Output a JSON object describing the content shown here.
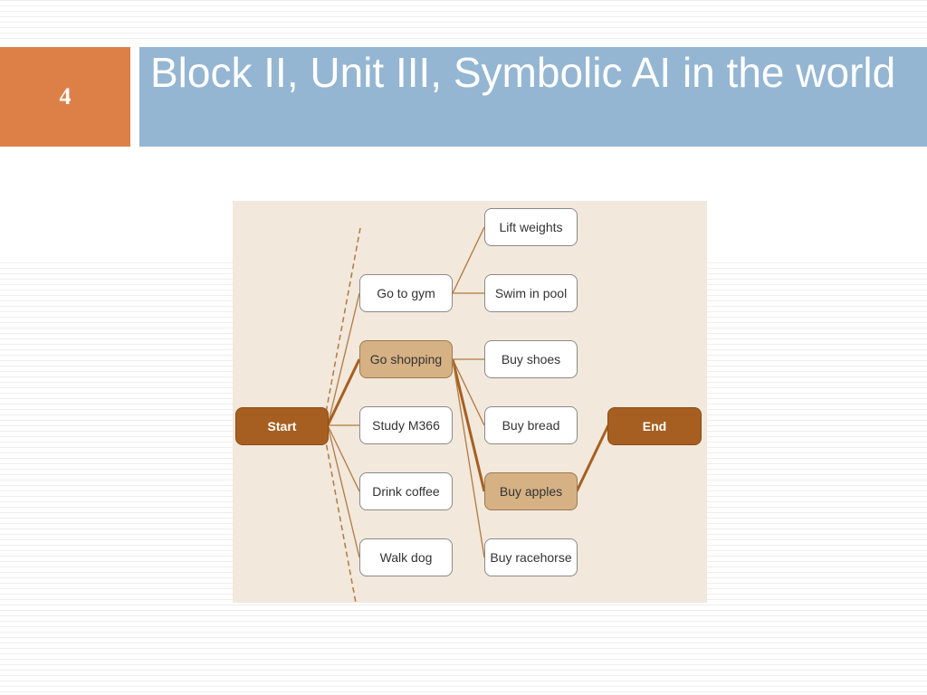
{
  "slide": {
    "number": "4",
    "title": "Block II, Unit III, Symbolic AI in the world"
  },
  "diagram": {
    "nodes": {
      "start": "Start",
      "end": "End",
      "go_to_gym": "Go to gym",
      "go_shopping": "Go shopping",
      "study": "Study M366",
      "drink_coffee": "Drink coffee",
      "walk_dog": "Walk dog",
      "lift_weights": "Lift weights",
      "swim_in_pool": "Swim in pool",
      "buy_shoes": "Buy shoes",
      "buy_bread": "Buy bread",
      "buy_apples": "Buy apples",
      "buy_racehorse": "Buy racehorse"
    },
    "highlighted_path": [
      "start",
      "go_shopping",
      "buy_apples",
      "end"
    ],
    "colors": {
      "background": "#f2e8dc",
      "edge": "#b07a40",
      "path_node": "#a65f20",
      "highlight_node": "#d6b184"
    }
  }
}
